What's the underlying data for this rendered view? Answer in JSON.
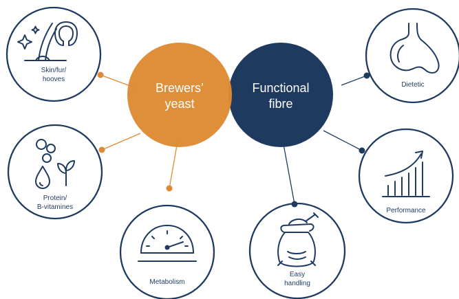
{
  "colors": {
    "orange": "#de8a34",
    "navy": "#1e3a5f",
    "icon_stroke": "#1e3a5f",
    "ring_stroke": "#1e3a5f",
    "background": "#ffffff"
  },
  "hubs": {
    "brewers_yeast": {
      "line1": "Brewers’",
      "line2": "yeast",
      "color": "orange"
    },
    "functional_fibre": {
      "line1": "Functional",
      "line2": "fibre",
      "color": "navy"
    }
  },
  "nodes": {
    "skin": {
      "line1": "Skin/fur/",
      "line2": "hooves",
      "icon": "hair-horseshoe-icon",
      "hub": "brewers_yeast"
    },
    "protein": {
      "line1": "Protein/",
      "line2": "B-vitamines",
      "icon": "molecule-drop-leaf-icon",
      "hub": "brewers_yeast"
    },
    "metabolism": {
      "line1": "Metabolism",
      "icon": "gauge-icon",
      "hub": "brewers_yeast"
    },
    "easy_handling": {
      "line1": "Easy",
      "line2": "handling",
      "icon": "feed-sack-icon",
      "hub": "functional_fibre"
    },
    "performance": {
      "line1": "Performance",
      "icon": "bar-chart-arrow-icon",
      "hub": "functional_fibre"
    },
    "dietetic": {
      "line1": "Dietetic",
      "icon": "stomach-icon",
      "hub": "functional_fibre"
    }
  }
}
